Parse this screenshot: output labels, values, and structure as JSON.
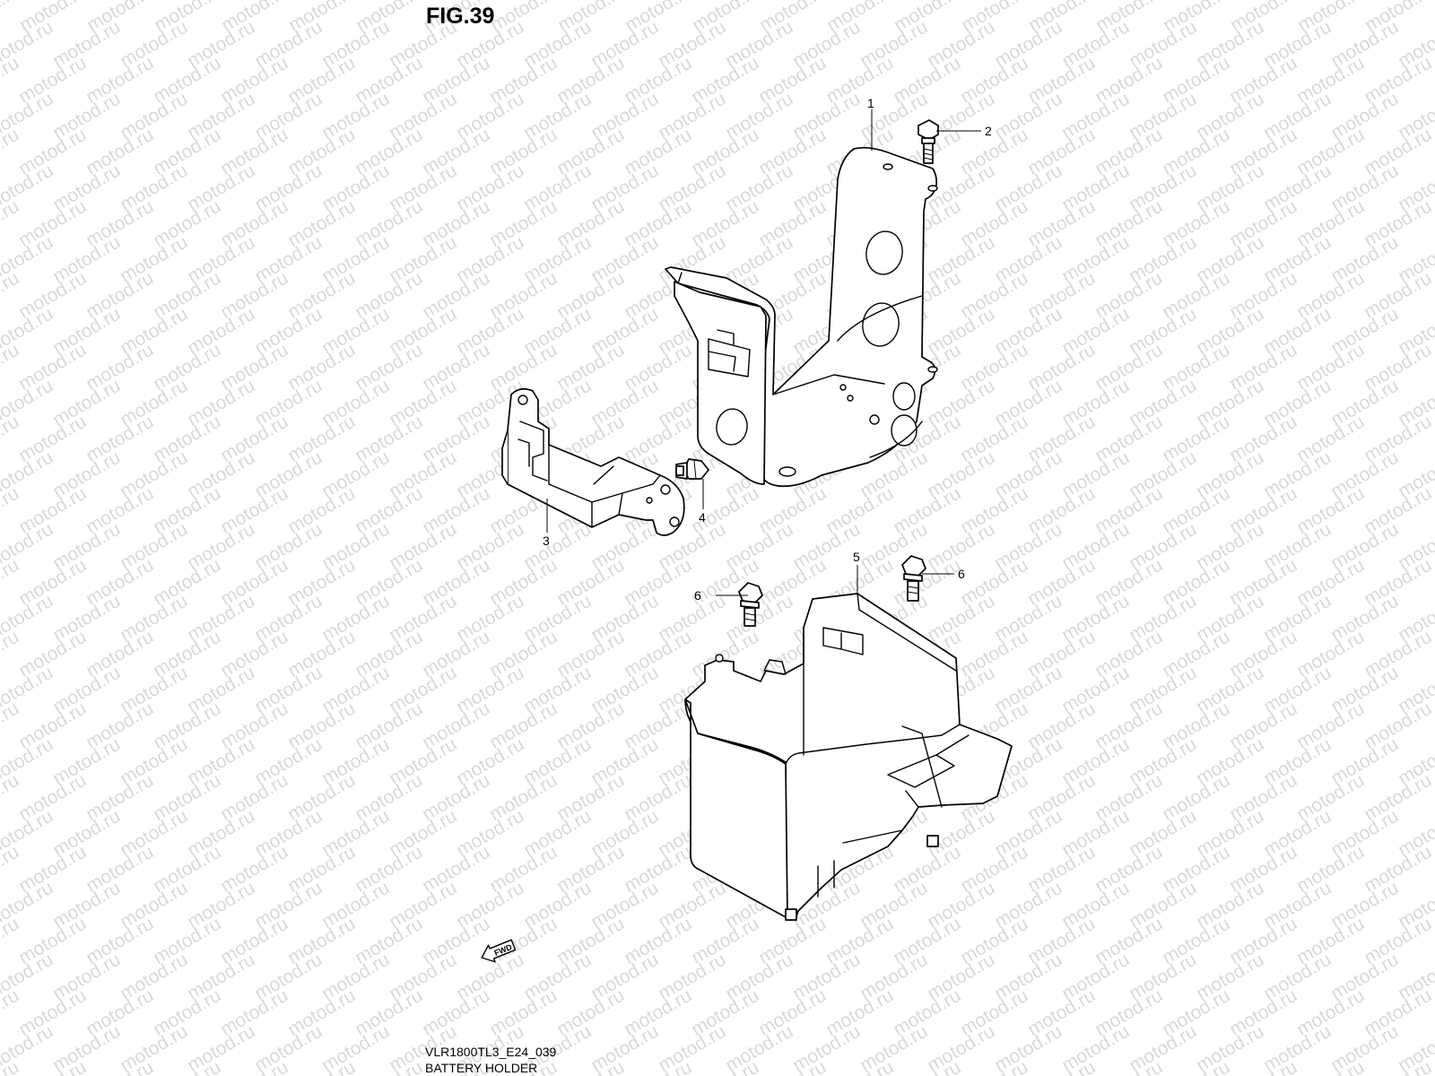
{
  "figure": {
    "title": "FIG.39",
    "code": "VLR1800TL3_E24_039",
    "name": "BATTERY HOLDER"
  },
  "watermark": {
    "text": "motod.ru",
    "color": "#d9d9d9"
  },
  "callouts": [
    {
      "id": "c1",
      "label": "1",
      "part": "battery-holder-bracket"
    },
    {
      "id": "c2",
      "label": "2",
      "part": "bolt"
    },
    {
      "id": "c3",
      "label": "3",
      "part": "side-bracket"
    },
    {
      "id": "c4",
      "label": "4",
      "part": "bolt"
    },
    {
      "id": "c5",
      "label": "5",
      "part": "battery-case"
    },
    {
      "id": "c6a",
      "label": "6",
      "part": "bolt"
    },
    {
      "id": "c6b",
      "label": "6",
      "part": "bolt"
    }
  ],
  "direction_arrow": {
    "label": "FWD",
    "icon": "forward-arrow-icon"
  }
}
